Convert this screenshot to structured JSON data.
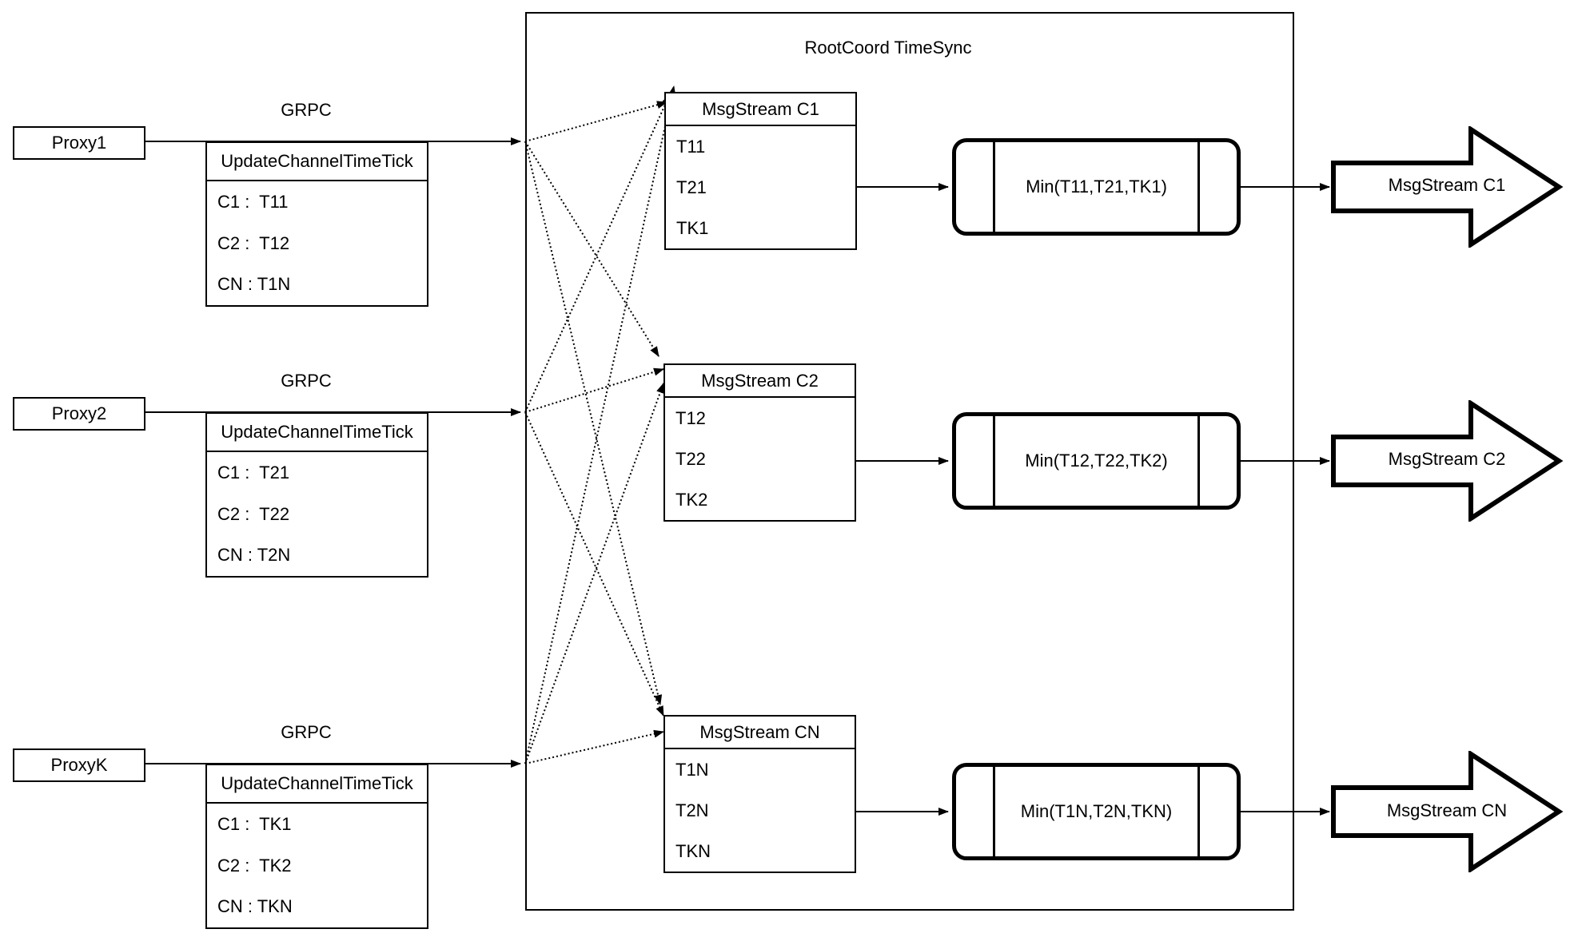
{
  "diagram": {
    "container_title": "RootCoord TimeSync",
    "rows": [
      {
        "proxy_label": "Proxy1",
        "grpc_label": "GRPC",
        "update_table": {
          "header": "UpdateChannelTimeTick",
          "rows": [
            "C1 :  T11",
            "C2 :  T12",
            "CN : T1N"
          ]
        },
        "msgstream_table": {
          "header": "MsgStream C1",
          "rows": [
            "T11",
            "T21",
            "TK1"
          ]
        },
        "min_label": "Min(T11,T21,TK1)",
        "out_arrow_label": "MsgStream C1"
      },
      {
        "proxy_label": "Proxy2",
        "grpc_label": "GRPC",
        "update_table": {
          "header": "UpdateChannelTimeTick",
          "rows": [
            "C1 :  T21",
            "C2 :  T22",
            "CN : T2N"
          ]
        },
        "msgstream_table": {
          "header": "MsgStream C2",
          "rows": [
            "T12",
            "T22",
            "TK2"
          ]
        },
        "min_label": "Min(T12,T22,TK2)",
        "out_arrow_label": "MsgStream C2"
      },
      {
        "proxy_label": "ProxyK",
        "grpc_label": "GRPC",
        "update_table": {
          "header": "UpdateChannelTimeTick",
          "rows": [
            "C1 :  TK1",
            "C2 :  TK2",
            "CN : TKN"
          ]
        },
        "msgstream_table": {
          "header": "MsgStream CN",
          "rows": [
            "T1N",
            "T2N",
            "TKN"
          ]
        },
        "min_label": "Min(T1N,T2N,TKN)",
        "out_arrow_label": "MsgStream CN"
      }
    ],
    "colors": {
      "stroke": "#000000",
      "fill": "#ffffff"
    }
  }
}
